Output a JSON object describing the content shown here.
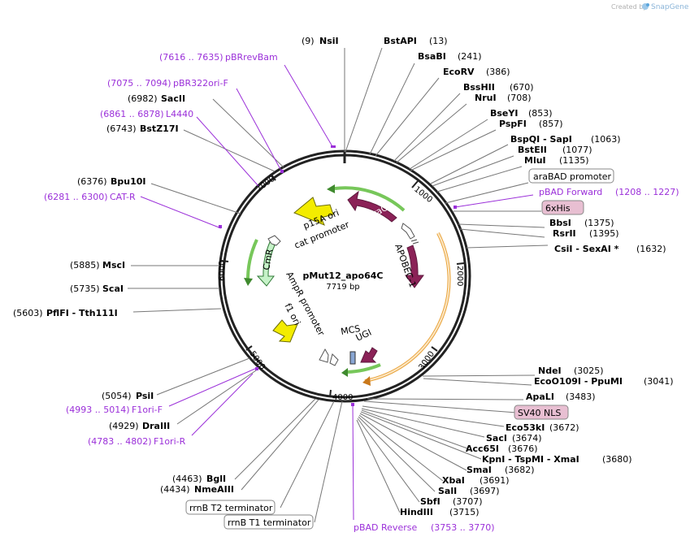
{
  "header": {
    "created_by": "Created by",
    "brand": "SnapGene"
  },
  "plasmid": {
    "name": "pMut12_apo64C",
    "length": "7719 bp"
  },
  "ticks": {
    "t1000": "1000",
    "t2000": "2000",
    "t3000": "3000",
    "t4000": "4000",
    "t5000": "5000",
    "t6000": "6000",
    "t7000": "7000"
  },
  "features": {
    "arac": "araC",
    "apobec1": "APOBEC-1",
    "ugi": "UGI",
    "mcs": "MCS",
    "ampr_promoter": "AmpR promoter",
    "f1_ori": "f1 ori",
    "cmr": "CmR",
    "p15a_ori": "p15A ori",
    "cat_promoter": "cat promoter",
    "arabad_promoter": "araBAD promoter",
    "his6": "6xHis",
    "sv40_nls": "SV40 NLS",
    "rrnb_t1": "rrnB T1 terminator",
    "rrnb_t2": "rrnB T2 terminator"
  },
  "enzymes": {
    "nsii": {
      "name": "NsiI",
      "pos": "(9)"
    },
    "bstapi": {
      "name": "BstAPI",
      "pos": "(13)"
    },
    "bsabi": {
      "name": "BsaBI",
      "pos": "(241)"
    },
    "ecorv": {
      "name": "EcoRV",
      "pos": "(386)"
    },
    "bsshii": {
      "name": "BssHII",
      "pos": "(670)"
    },
    "nrui": {
      "name": "NruI",
      "pos": "(708)"
    },
    "bseyi": {
      "name": "BseYI",
      "pos": "(853)"
    },
    "pspfi": {
      "name": "PspFI",
      "pos": "(857)"
    },
    "bspqi": {
      "name": "BspQI   - SapI",
      "pos": "(1063)"
    },
    "bsteii": {
      "name": "BstEII",
      "pos": "(1077)"
    },
    "mlui": {
      "name": "MluI",
      "pos": "(1135)"
    },
    "bbsi": {
      "name": "BbsI",
      "pos": "(1375)"
    },
    "rsrii": {
      "name": "RsrII",
      "pos": "(1395)"
    },
    "csii": {
      "name": "CsiI   - SexAI *",
      "pos": "(1632)"
    },
    "ndei": {
      "name": "NdeI",
      "pos": "(3025)"
    },
    "ecoo109i": {
      "name": "EcoO109I   - PpuMI",
      "pos": "(3041)"
    },
    "apali": {
      "name": "ApaLI",
      "pos": "(3483)"
    },
    "eco53ki": {
      "name": "Eco53kI",
      "pos": "(3672)"
    },
    "saci": {
      "name": "SacI",
      "pos": "(3674)"
    },
    "acc65i": {
      "name": "Acc65I",
      "pos": "(3676)"
    },
    "kpni": {
      "name": "KpnI   - TspMI   - XmaI",
      "pos": "(3680)"
    },
    "smai": {
      "name": "SmaI",
      "pos": "(3682)"
    },
    "xbai": {
      "name": "XbaI",
      "pos": "(3691)"
    },
    "sali": {
      "name": "SalI",
      "pos": "(3697)"
    },
    "sbfi": {
      "name": "SbfI",
      "pos": "(3707)"
    },
    "hindiii": {
      "name": "HindIII",
      "pos": "(3715)"
    },
    "bgli": {
      "name": "BglI",
      "pos": "(4463)"
    },
    "nmeaiii": {
      "name": "NmeAIII",
      "pos": "(4434)"
    },
    "draiii": {
      "name": "DraIII",
      "pos": "(4929)"
    },
    "psii": {
      "name": "PsiI",
      "pos": "(5054)"
    },
    "pflfi": {
      "name": "PflFI   - Tth111I",
      "pos": "(5603)"
    },
    "scai": {
      "name": "ScaI",
      "pos": "(5735)"
    },
    "msci": {
      "name": "MscI",
      "pos": "(5885)"
    },
    "bpu10i": {
      "name": "Bpu10I",
      "pos": "(6376)"
    },
    "bstz17i": {
      "name": "BstZ17I",
      "pos": "(6743)"
    },
    "sacii": {
      "name": "SacII",
      "pos": "(6982)"
    }
  },
  "primers": {
    "pbrrevbam": {
      "name": "pBRrevBam",
      "range": "(7616 .. 7635)"
    },
    "pbr322ori_f": {
      "name": "pBR322ori-F",
      "range": "(7075 .. 7094)"
    },
    "l4440": {
      "name": "L4440",
      "range": "(6861 .. 6878)"
    },
    "cat_r": {
      "name": "CAT-R",
      "range": "(6281 .. 6300)"
    },
    "pbad_forward": {
      "name": "pBAD Forward",
      "range": "(1208 .. 1227)"
    },
    "pbad_reverse": {
      "name": "pBAD Reverse",
      "range": "(3753 .. 3770)"
    },
    "f1ori_f": {
      "name": "F1ori-F",
      "range": "(4993 .. 5014)"
    },
    "f1ori_r": {
      "name": "F1ori-R",
      "range": "(4783 .. 4802)"
    }
  }
}
